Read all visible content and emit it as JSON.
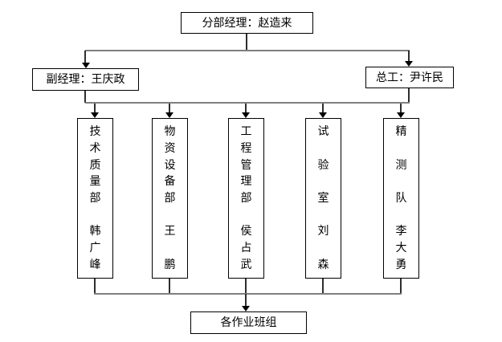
{
  "diagram": {
    "top_box": "分部经理：赵造来",
    "deputy_box": "副经理：王庆政",
    "chief_box": "总工：尹许民",
    "bottom_box": "各作业班组",
    "departments": [
      {
        "title": "技术质量部",
        "head": "韩广峰",
        "cells": [
          "技",
          "术",
          "质",
          "量",
          "部",
          "",
          "韩",
          "广",
          "峰"
        ]
      },
      {
        "title": "物资设备部",
        "head": "王鹏",
        "cells": [
          "物",
          "资",
          "设",
          "备",
          "部",
          "",
          "王",
          "",
          "鹏"
        ]
      },
      {
        "title": "工程管理部",
        "head": "侯占武",
        "cells": [
          "工",
          "程",
          "管",
          "理",
          "部",
          "",
          "侯",
          "占",
          "武"
        ]
      },
      {
        "title": "试验室",
        "head": "刘森",
        "cells": [
          "试",
          "",
          "验",
          "",
          "室",
          "",
          "刘",
          "",
          "森"
        ]
      },
      {
        "title": "精测队",
        "head": "李大勇",
        "cells": [
          "精",
          "",
          "测",
          "",
          "队",
          "",
          "李",
          "大",
          "勇"
        ]
      }
    ]
  },
  "colors": {
    "background": "#ffffff",
    "box_border": "#000000",
    "text": "#000000",
    "vertical_line": "#2e2e2e",
    "horizontal_line": "#7f7f7f",
    "arrow": "#000000"
  }
}
